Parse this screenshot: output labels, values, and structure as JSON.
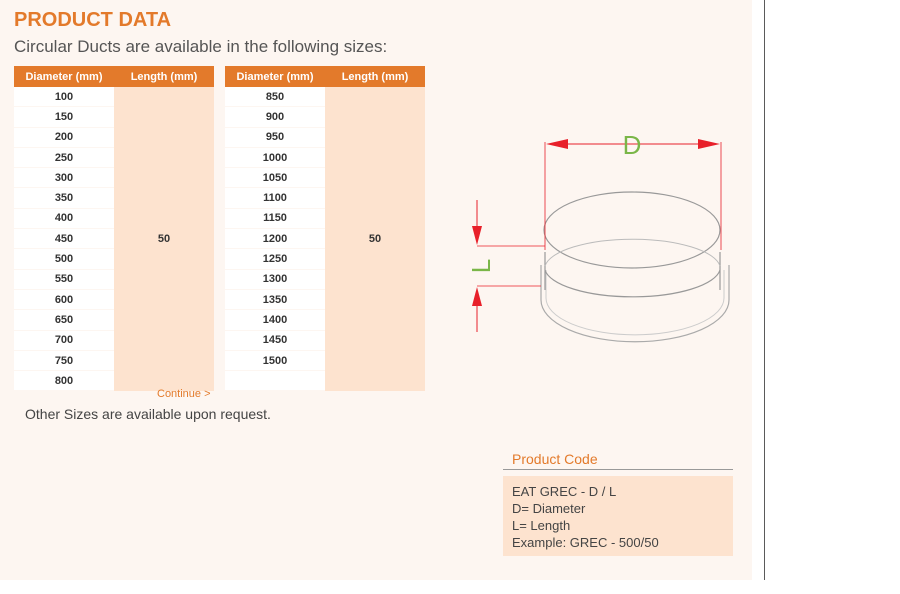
{
  "header": {
    "title": "PRODUCT DATA",
    "subtitle": "Circular Ducts are available in the following sizes:"
  },
  "tables": [
    {
      "col_diameter": "Diameter (mm)",
      "col_length": "Length (mm)",
      "diameters": [
        "100",
        "150",
        "200",
        "250",
        "300",
        "350",
        "400",
        "450",
        "500",
        "550",
        "600",
        "650",
        "700",
        "750",
        "800"
      ],
      "length": "50"
    },
    {
      "col_diameter": "Diameter (mm)",
      "col_length": "Length (mm)",
      "diameters": [
        "850",
        "900",
        "950",
        "1000",
        "1050",
        "1100",
        "1150",
        "1200",
        "1250",
        "1300",
        "1350",
        "1400",
        "1450",
        "1500",
        ""
      ],
      "length": "50"
    }
  ],
  "continue_label": "Continue >",
  "other_sizes": "Other Sizes are available upon request.",
  "diagram": {
    "d_label": "D",
    "l_label": "L"
  },
  "product_code": {
    "title": "Product Code",
    "lines": [
      "EAT GREC - D / L",
      "D= Diameter",
      "L= Length",
      "Example: GREC - 500/50"
    ]
  },
  "colors": {
    "accent": "#e37a2b",
    "light": "#fde3cf",
    "arrow": "#e8202a",
    "label_green": "#7ab648"
  }
}
